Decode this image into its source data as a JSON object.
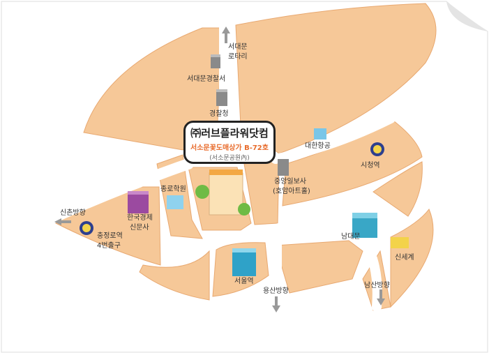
{
  "colors": {
    "land": "#f6c898",
    "land_edge": "#e8a870",
    "road": "#ffffff",
    "accent": "#e86b2b",
    "subway": "#2d3f8e"
  },
  "callout": {
    "company": "㈜러브플라워닷컴",
    "address": "서소문꽃도매상가 B-72호",
    "note": "(서소문공원內)"
  },
  "places": {
    "seodaemun_rotary_1": "서대문",
    "seodaemun_rotary_2": "로타리",
    "seodaemun_police": "서대문경찰서",
    "police_agency": "경찰청",
    "korean_air": "대한항공",
    "city_hall": "시청역",
    "joongang_1": "중앙일보사",
    "joongang_2": "(호암아트홀)",
    "hanguk_1": "한국경제",
    "hanguk_2": "신문사",
    "jongno_academy": "종로학원",
    "namdaemun": "남대문",
    "sinchon": "신촌방향",
    "chungjeongno_1": "충정로역",
    "chungjeongno_2": "4번출구",
    "seoul_station": "서울역",
    "yongsan": "용산방향",
    "namsan": "남산방향",
    "shinsegae": "신세계"
  }
}
